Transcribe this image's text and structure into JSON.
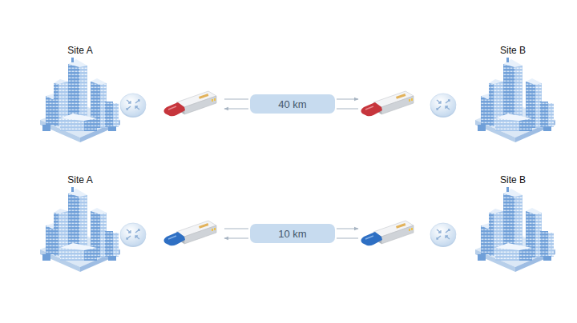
{
  "diagram": {
    "nodes": [
      {
        "text": [
          "40 km"
        ]
      },
      {
        "text": [
          "10 km"
        ]
      }
    ],
    "labels": [
      "Site A",
      "Site B",
      "Site A",
      "Site B"
    ]
  }
}
